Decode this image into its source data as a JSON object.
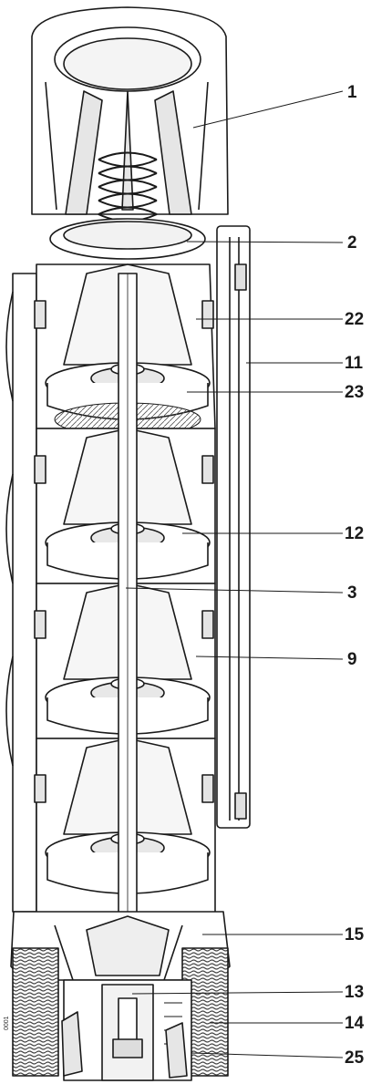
{
  "figure": {
    "id": "0001",
    "colors": {
      "ink": "#1a1a1a",
      "fill": "#ffffff",
      "shade": "#cfcfcf",
      "screen": "#8a8a8a"
    }
  },
  "callouts": [
    {
      "id": "c1",
      "label": "1"
    },
    {
      "id": "c2",
      "label": "2"
    },
    {
      "id": "c22",
      "label": "22"
    },
    {
      "id": "c11",
      "label": "11"
    },
    {
      "id": "c23",
      "label": "23"
    },
    {
      "id": "c12",
      "label": "12"
    },
    {
      "id": "c3",
      "label": "3"
    },
    {
      "id": "c9",
      "label": "9"
    },
    {
      "id": "c15",
      "label": "15"
    },
    {
      "id": "c13",
      "label": "13"
    },
    {
      "id": "c14",
      "label": "14"
    },
    {
      "id": "c25",
      "label": "25"
    }
  ]
}
